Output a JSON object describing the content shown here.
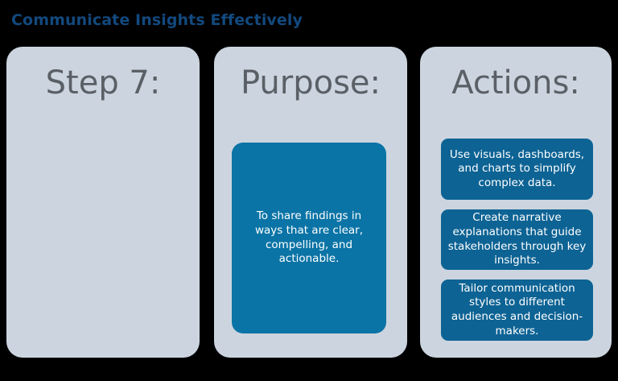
{
  "slide": {
    "title": "Communicate Insights Effectively",
    "title_color": "#12497e",
    "background_color": "#000000"
  },
  "theme": {
    "panel_background": "#ccd5df",
    "panel_heading_color": "#5b6067",
    "purpose_card_color": "#0b74a6",
    "action_card_color": "#0d6394",
    "card_text_color": "#ffffff"
  },
  "panels": {
    "step": {
      "heading": "Step 7:"
    },
    "purpose": {
      "heading": "Purpose:",
      "card_text": "To share findings in ways that are clear, compelling, and actionable."
    },
    "actions": {
      "heading": "Actions:",
      "cards": [
        {
          "text": "Use visuals, dashboards, and charts to simplify complex data."
        },
        {
          "text": "Create narrative explanations that guide stakeholders through key insights."
        },
        {
          "text": "Tailor communication styles to different audiences and decision-makers."
        }
      ]
    }
  }
}
